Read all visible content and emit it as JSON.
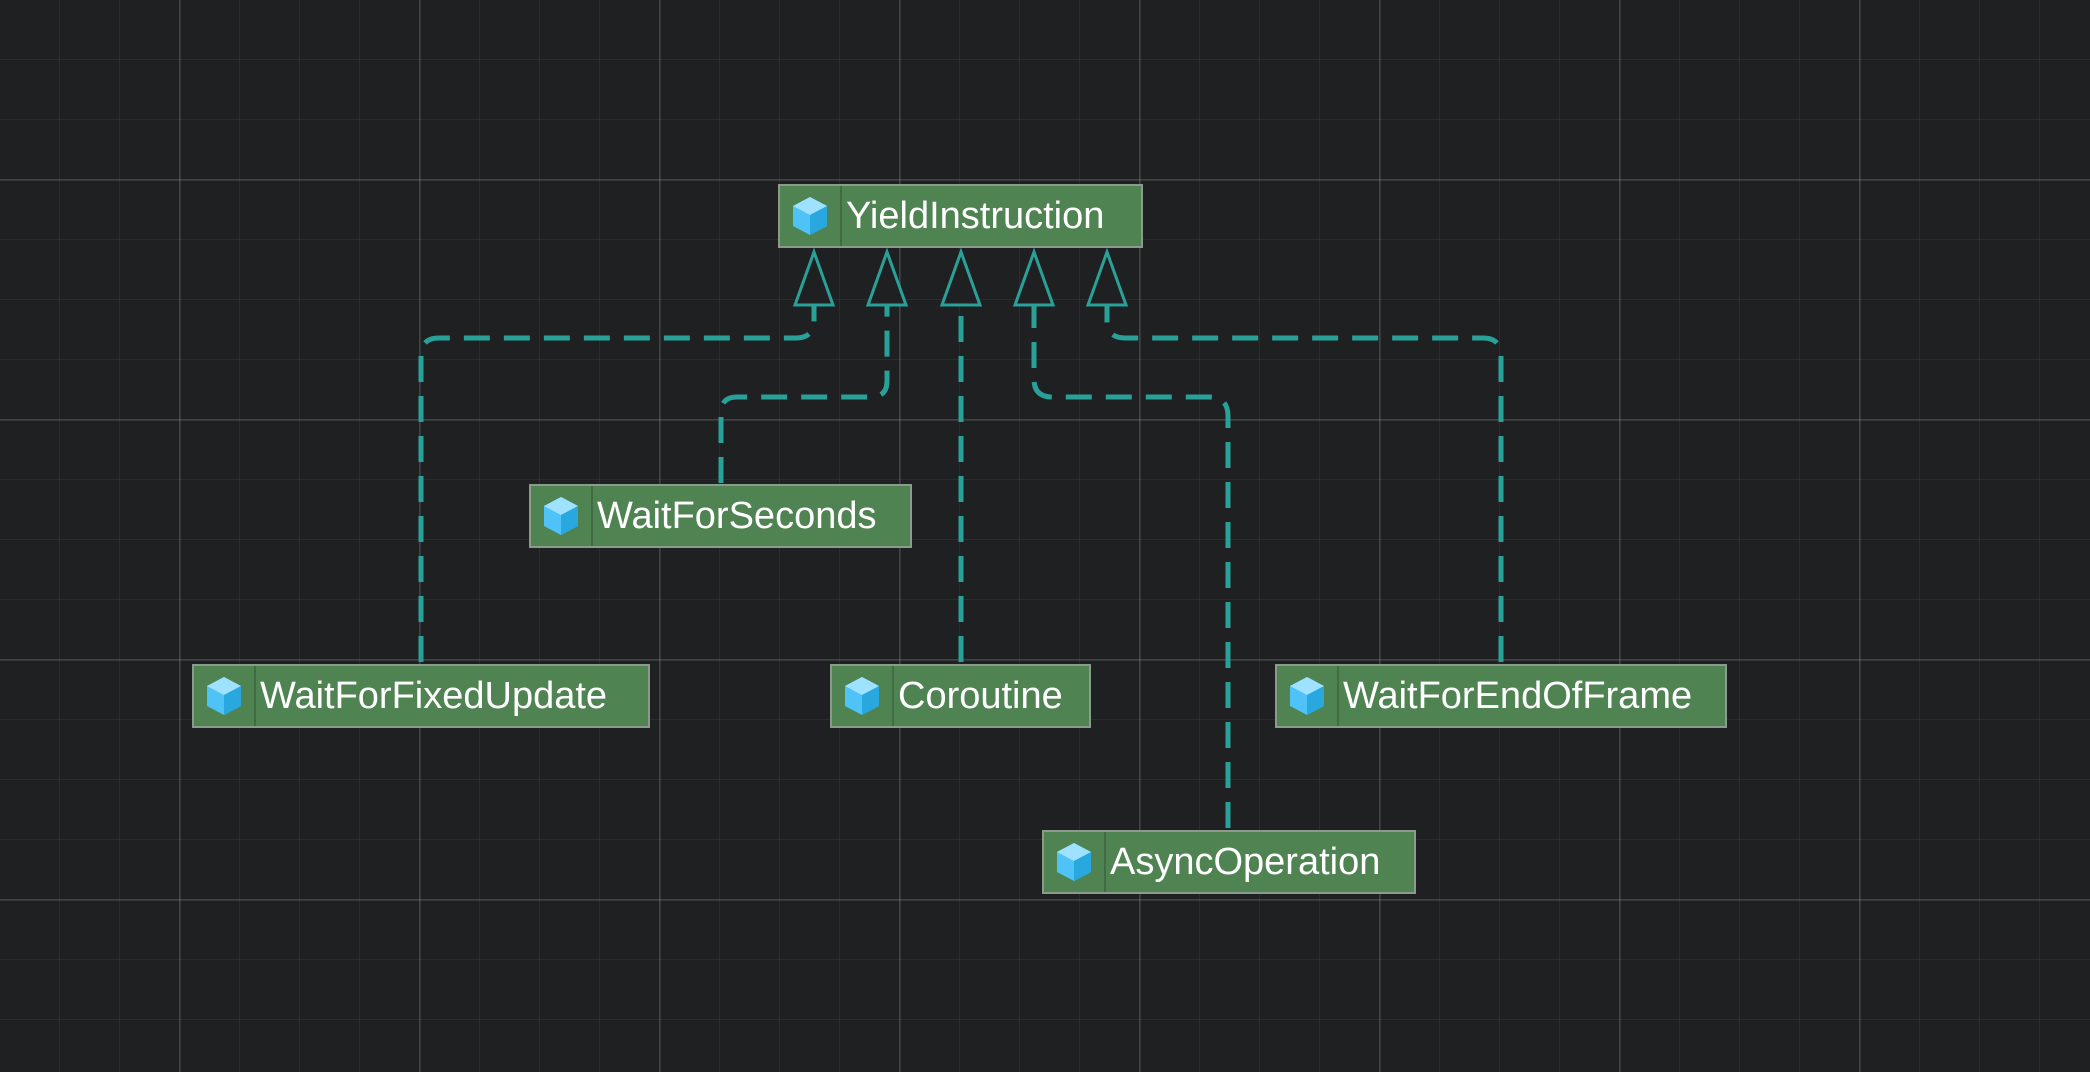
{
  "diagram": {
    "root": {
      "id": "yield-instruction",
      "label": "YieldInstruction"
    },
    "children": [
      {
        "id": "wait-for-seconds",
        "label": "WaitForSeconds"
      },
      {
        "id": "wait-for-fixed-update",
        "label": "WaitForFixedUpdate"
      },
      {
        "id": "coroutine",
        "label": "Coroutine"
      },
      {
        "id": "wait-for-end-of-frame",
        "label": "WaitForEndOfFrame"
      },
      {
        "id": "async-operation",
        "label": "AsyncOperation"
      }
    ],
    "relationship": "implements",
    "icon": "class-cube-icon",
    "colors": {
      "background": "#1f2022",
      "node_fill": "#4f8352",
      "node_border": "#8a9a8c",
      "edge": "#2aa198",
      "icon": "#4fc3f7"
    }
  }
}
